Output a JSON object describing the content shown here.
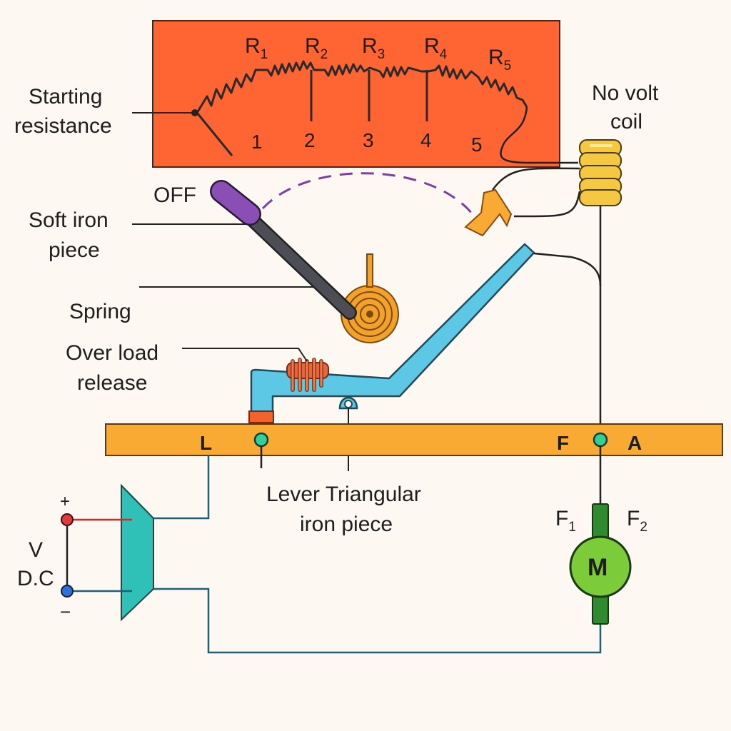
{
  "labels": {
    "starting_resistance": [
      "Starting",
      "resistance"
    ],
    "no_volt_coil": [
      "No volt",
      "coil"
    ],
    "off": "OFF",
    "soft_iron_piece": [
      "Soft iron",
      "piece"
    ],
    "spring": "Spring",
    "overload_release": [
      "Over load",
      "release"
    ],
    "lever_triangular": [
      "Lever Triangular",
      "iron piece"
    ],
    "vdc": [
      "V",
      "D.C"
    ],
    "plus": "+",
    "minus": "−",
    "motor": "M"
  },
  "resistors": [
    {
      "base": "R",
      "sub": "1"
    },
    {
      "base": "R",
      "sub": "2"
    },
    {
      "base": "R",
      "sub": "3"
    },
    {
      "base": "R",
      "sub": "4"
    },
    {
      "base": "R",
      "sub": "5"
    }
  ],
  "studs": [
    "1",
    "2",
    "3",
    "4",
    "5"
  ],
  "terminals": {
    "L": "L",
    "F": "F",
    "A": "A"
  },
  "field": [
    {
      "base": "F",
      "sub": "1"
    },
    {
      "base": "F",
      "sub": "2"
    }
  ],
  "colors": {
    "resistance_box": "#ff6433",
    "terminal_strip": "#f9aa33",
    "lever": "#5cc8e6",
    "handle": "#8a4fb4",
    "coil": "#f5c842",
    "spring": "#f2a12a",
    "motor": "#7ccc3a",
    "supply_block": "#2fc0b8",
    "wire": "#1f5f7a"
  }
}
